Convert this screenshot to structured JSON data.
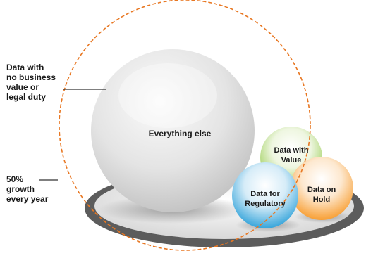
{
  "annotations": {
    "no_value": [
      "Data with",
      "no business",
      "value or",
      "legal duty"
    ],
    "growth": [
      "50%",
      "growth",
      "every year"
    ]
  },
  "spheres": {
    "everything_else": "Everything else",
    "with_value": [
      "Data with",
      "Value"
    ],
    "on_hold": [
      "Data on",
      "Hold"
    ],
    "regulatory": [
      "Data for",
      "Regulatory"
    ]
  },
  "colors": {
    "boundary": "#e87722",
    "value_green": "#8cc63f",
    "hold_orange": "#f7941d",
    "regulatory_blue": "#1e9ad6",
    "big_sphere": "#d6d6d6",
    "plate_rim": "#5a5a5a"
  }
}
